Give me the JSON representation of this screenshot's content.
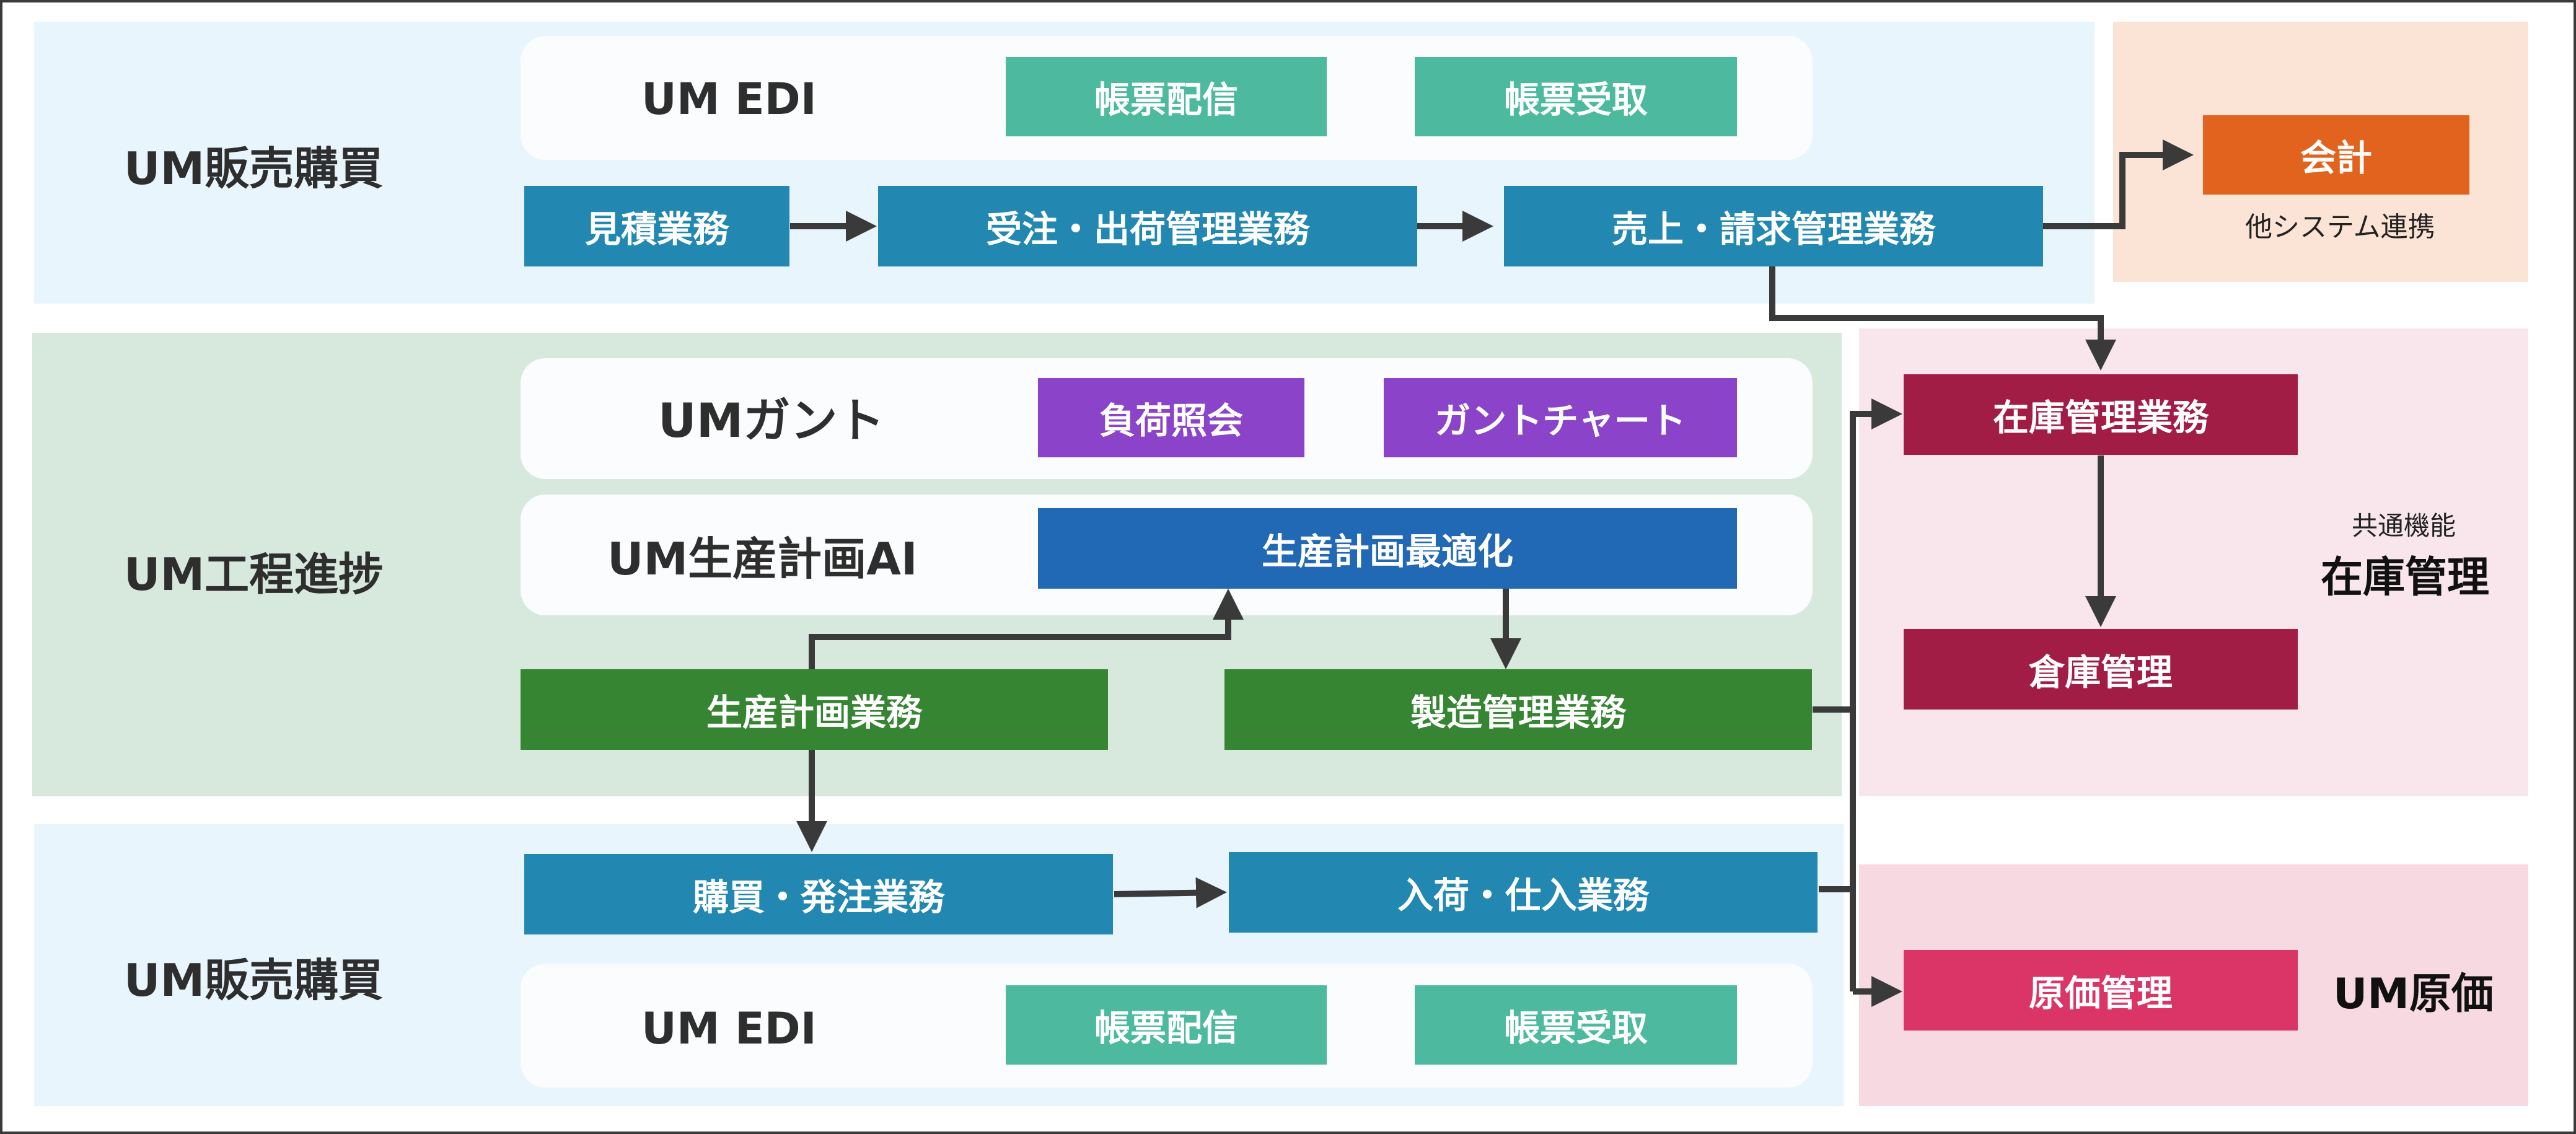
{
  "colors": {
    "teal": "#4dba9f",
    "blue": "#2288b1",
    "purple": "#8a43c9",
    "navy": "#2168b5",
    "green": "#368532",
    "crimson": "#a21d45",
    "pink": "#db3466",
    "orange": "#e2631d",
    "arrow": "#3a3a3a"
  },
  "top": {
    "group_label": "UM販売購買",
    "edi_title": "UM EDI",
    "edi_items": [
      "帳票配信",
      "帳票受取"
    ],
    "flow": [
      "見積業務",
      "受注・出荷管理業務",
      "売上・請求管理業務"
    ]
  },
  "accounting": {
    "box": "会計",
    "caption": "他システム連携"
  },
  "process": {
    "group_label": "UM工程進捗",
    "gantt_title": "UMガント",
    "gantt_items": [
      "負荷照会",
      "ガントチャート"
    ],
    "ai_title": "UM生産計画AI",
    "ai_item": "生産計画最適化",
    "plan_task": "生産計画業務",
    "mfg_task": "製造管理業務"
  },
  "inventory": {
    "caption": "共通機能",
    "title": "在庫管理",
    "items": [
      "在庫管理業務",
      "倉庫管理"
    ]
  },
  "bottom": {
    "group_label": "UM販売購買",
    "flow": [
      "購買・発注業務",
      "入荷・仕入業務"
    ],
    "edi_title": "UM EDI",
    "edi_items": [
      "帳票配信",
      "帳票受取"
    ]
  },
  "cost": {
    "box": "原価管理",
    "title": "UM原価"
  }
}
